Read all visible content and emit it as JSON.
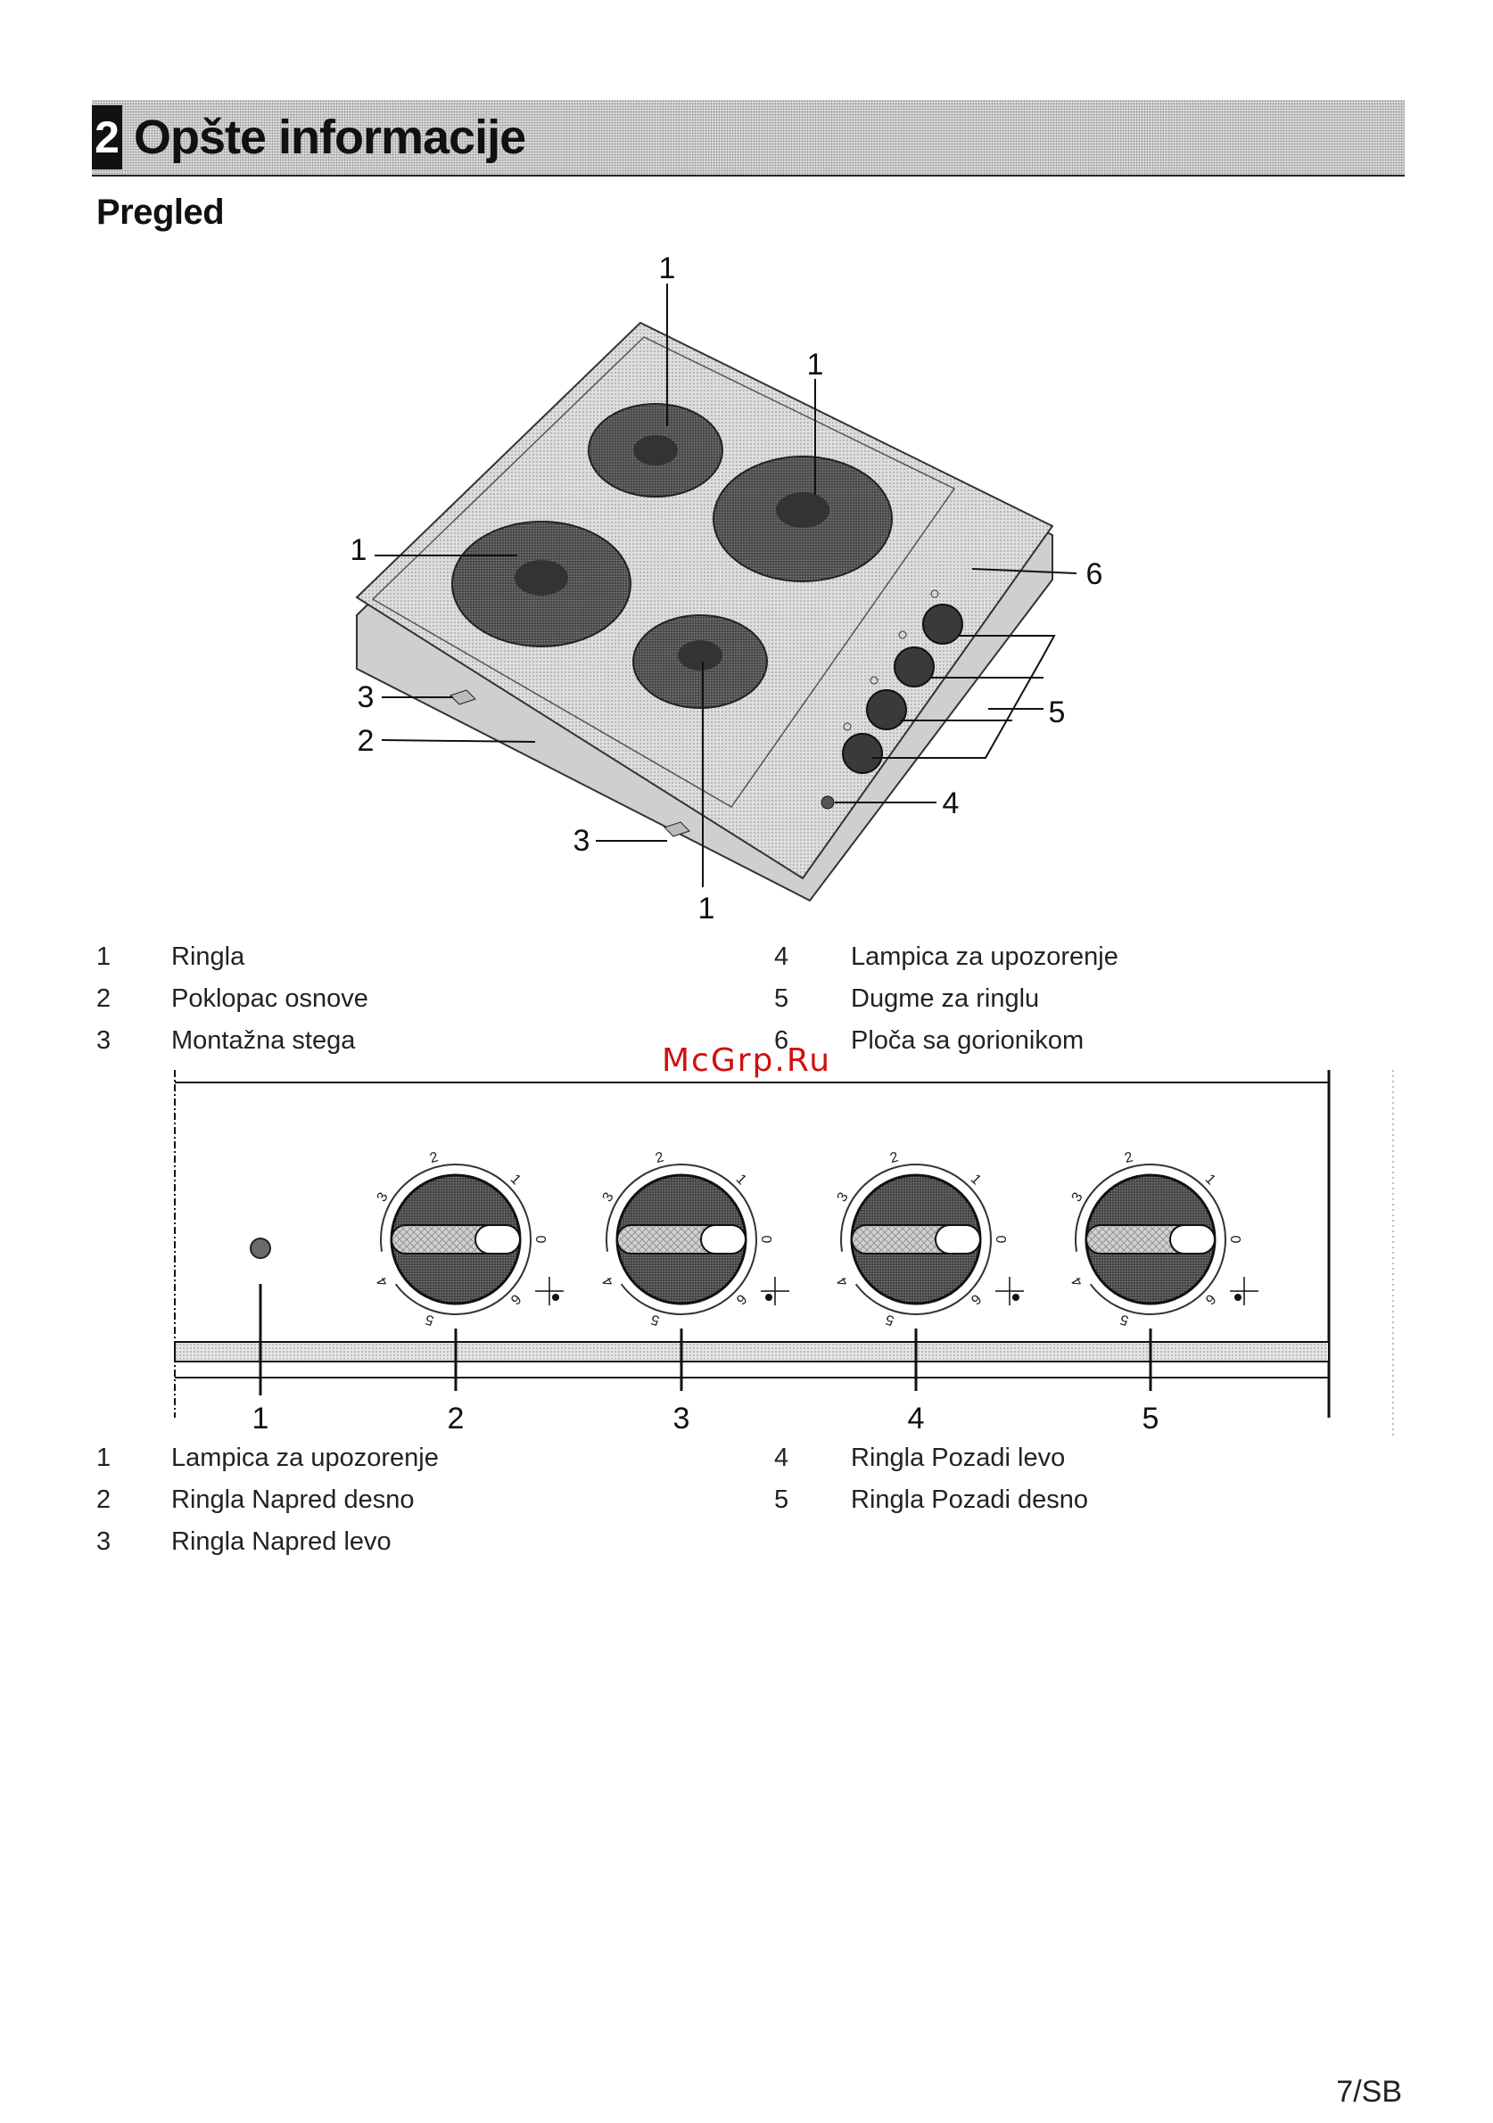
{
  "header": {
    "section_number": "2",
    "section_title": "Opšte informacije",
    "subheading": "Pregled"
  },
  "figure1": {
    "callouts": [
      "1",
      "1",
      "1",
      "1",
      "6",
      "5",
      "4",
      "3",
      "2",
      "3"
    ]
  },
  "legend1": [
    {
      "num": "1",
      "text": "Ringla"
    },
    {
      "num": "2",
      "text": "Poklopac osnove"
    },
    {
      "num": "3",
      "text": "Montažna stega"
    },
    {
      "num": "4",
      "text": "Lampica za upozorenje"
    },
    {
      "num": "5",
      "text": "Dugme za ringlu"
    },
    {
      "num": "6",
      "text": "Ploča sa gorionikom"
    }
  ],
  "watermark": "McGrp.Ru",
  "figure2": {
    "dial_marks": [
      "0",
      "1",
      "2",
      "3",
      "4",
      "5",
      "6"
    ],
    "callouts": [
      "1",
      "2",
      "3",
      "4",
      "5"
    ]
  },
  "legend2": [
    {
      "num": "1",
      "text": "Lampica za upozorenje"
    },
    {
      "num": "2",
      "text": "Ringla Napred desno"
    },
    {
      "num": "3",
      "text": "Ringla Napred levo"
    },
    {
      "num": "4",
      "text": "Ringla Pozadi levo"
    },
    {
      "num": "5",
      "text": "Ringla Pozadi desno"
    }
  ],
  "footer": {
    "page_number": "7/SB"
  }
}
